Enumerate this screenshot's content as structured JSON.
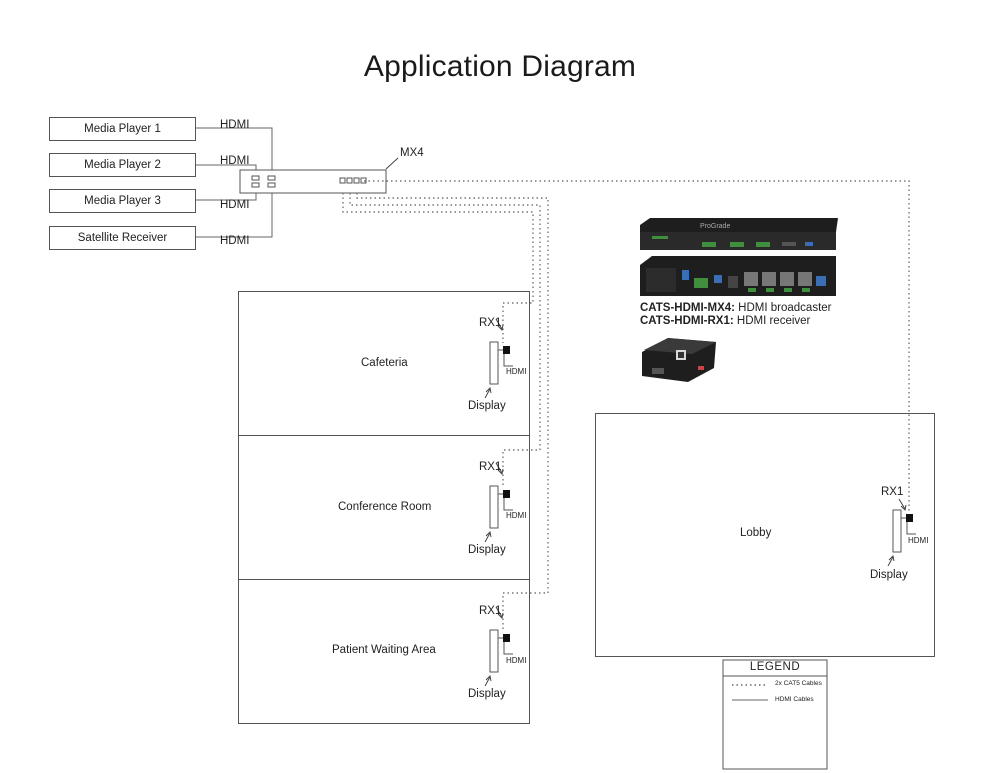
{
  "title": "Application Diagram",
  "sources": [
    "Media Player 1",
    "Media Player 2",
    "Media Player 3",
    "Satellite Receiver"
  ],
  "cable_labels": {
    "hdmi": "HDMI"
  },
  "hub": {
    "label": "MX4"
  },
  "rooms": [
    {
      "name": "Cafeteria",
      "receiver": "RX1",
      "hdmi": "HDMI",
      "display": "Display"
    },
    {
      "name": "Conference Room",
      "receiver": "RX1",
      "hdmi": "HDMI",
      "display": "Display"
    },
    {
      "name": "Patient Waiting Area",
      "receiver": "RX1",
      "hdmi": "HDMI",
      "display": "Display"
    },
    {
      "name": "Lobby",
      "receiver": "RX1",
      "hdmi": "HDMI",
      "display": "Display"
    }
  ],
  "products": [
    {
      "model": "CATS-HDMI-MX4:",
      "desc": " HDMI broadcaster"
    },
    {
      "model": "CATS-HDMI-RX1:",
      "desc": " HDMI receiver"
    }
  ],
  "legend": {
    "title": "LEGEND",
    "items": [
      {
        "style": "dotted",
        "label": "2x CAT5 Cables"
      },
      {
        "style": "solid",
        "label": "HDMI Cables"
      }
    ]
  },
  "colors": {
    "line": "#555555",
    "device_dark": "#1c1c1c",
    "port_green": "#3f8f3f",
    "port_blue": "#3b6fb5"
  }
}
